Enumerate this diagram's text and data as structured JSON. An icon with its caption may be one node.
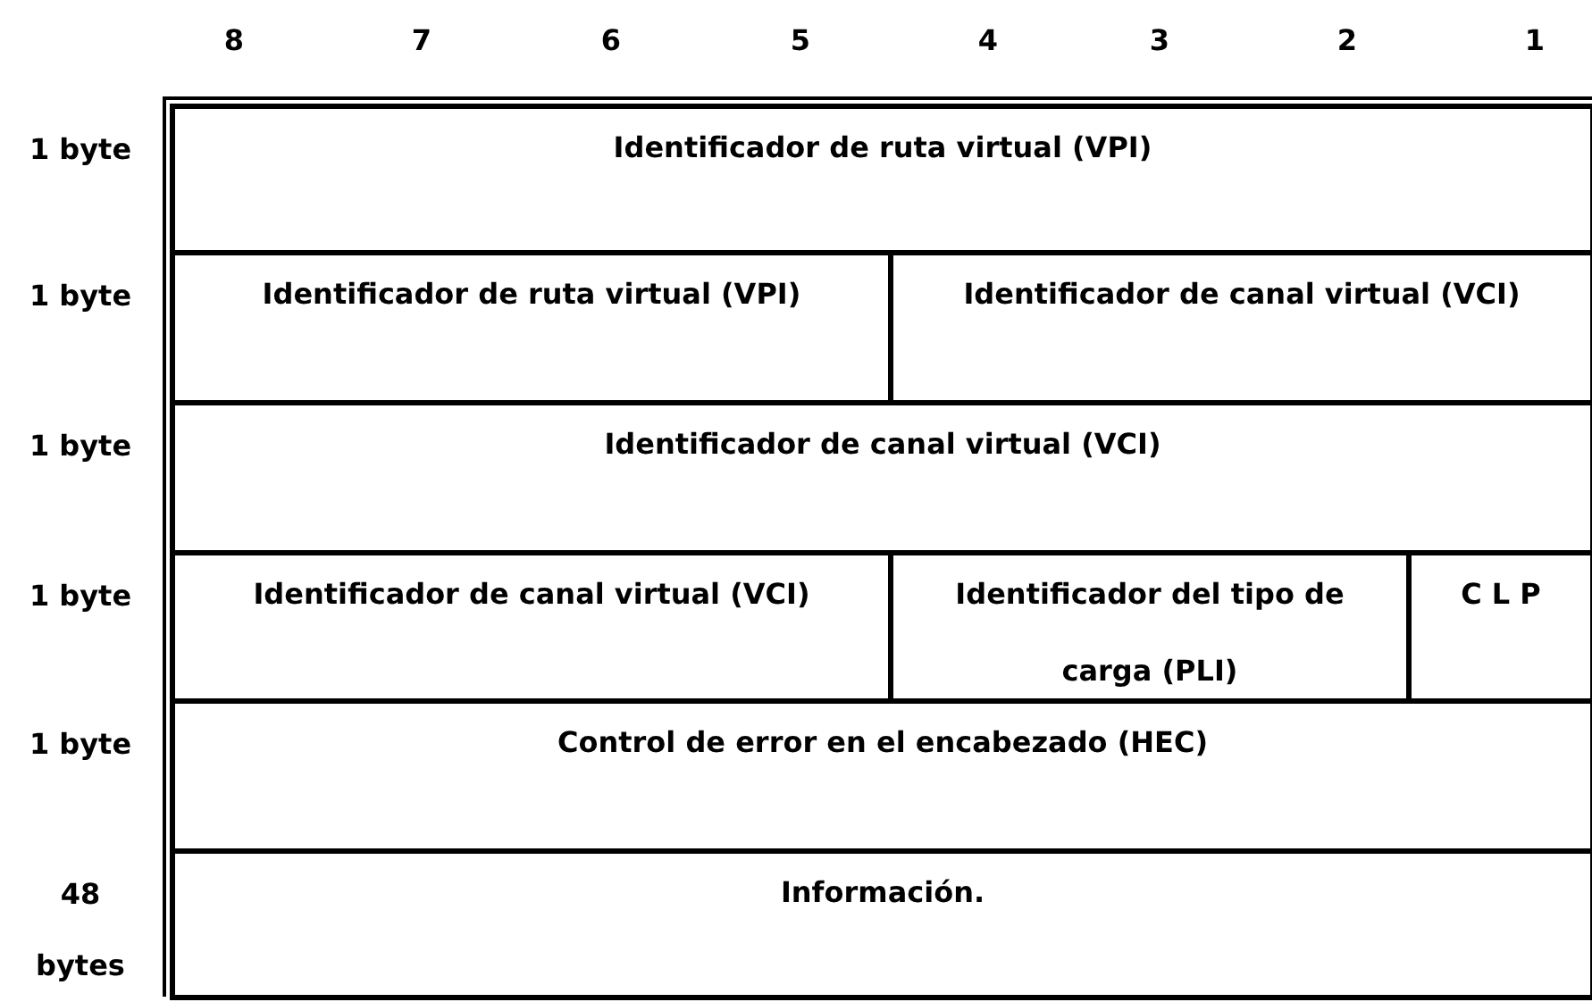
{
  "diagram": {
    "nodes": [
      {
        "text": [
          "Identificador de ruta virtual (VPI)"
        ]
      },
      {
        "text": [
          "Identificador de ruta virtual (VPI)"
        ]
      },
      {
        "text": [
          "Identificador de canal virtual (VCI)"
        ]
      },
      {
        "text": [
          "Identificador de canal virtual (VCI)"
        ]
      },
      {
        "text": [
          "Identificador de canal virtual (VCI)"
        ]
      },
      {
        "text": [
          "Identificador del tipo de carga (PLI)"
        ]
      },
      {
        "text": [
          "C L P"
        ]
      },
      {
        "text": [
          "Control de error en el encabezado (HEC)"
        ]
      },
      {
        "text": [
          "Información."
        ]
      }
    ],
    "labels": [
      "8",
      "7",
      "6",
      "5",
      "4",
      "3",
      "2",
      "1",
      "1 byte",
      "1 byte",
      "1 byte",
      "1 byte",
      "1 byte",
      "48 bytes"
    ]
  }
}
